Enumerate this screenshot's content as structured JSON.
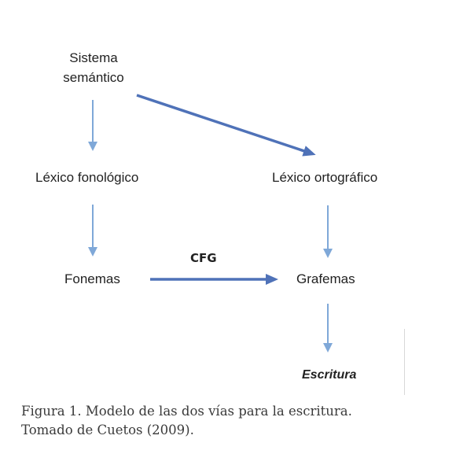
{
  "nodes": {
    "sistema_line1": "Sistema",
    "sistema_line2": "semántico",
    "lexico_fonologico": "Léxico fonológico",
    "lexico_ortografico": "Léxico ortográfico",
    "fonemas": "Fonemas",
    "grafemas": "Grafemas",
    "escritura": "Escritura"
  },
  "edge_labels": {
    "cfg": "CFG"
  },
  "caption": {
    "line1": "Figura 1. Modelo de las dos vías para la escritura.",
    "line2": "Tomado de Cuetos (2009)."
  },
  "colors": {
    "arrow_thin": "#7fa8d8",
    "arrow_thick": "#4f72b8"
  }
}
